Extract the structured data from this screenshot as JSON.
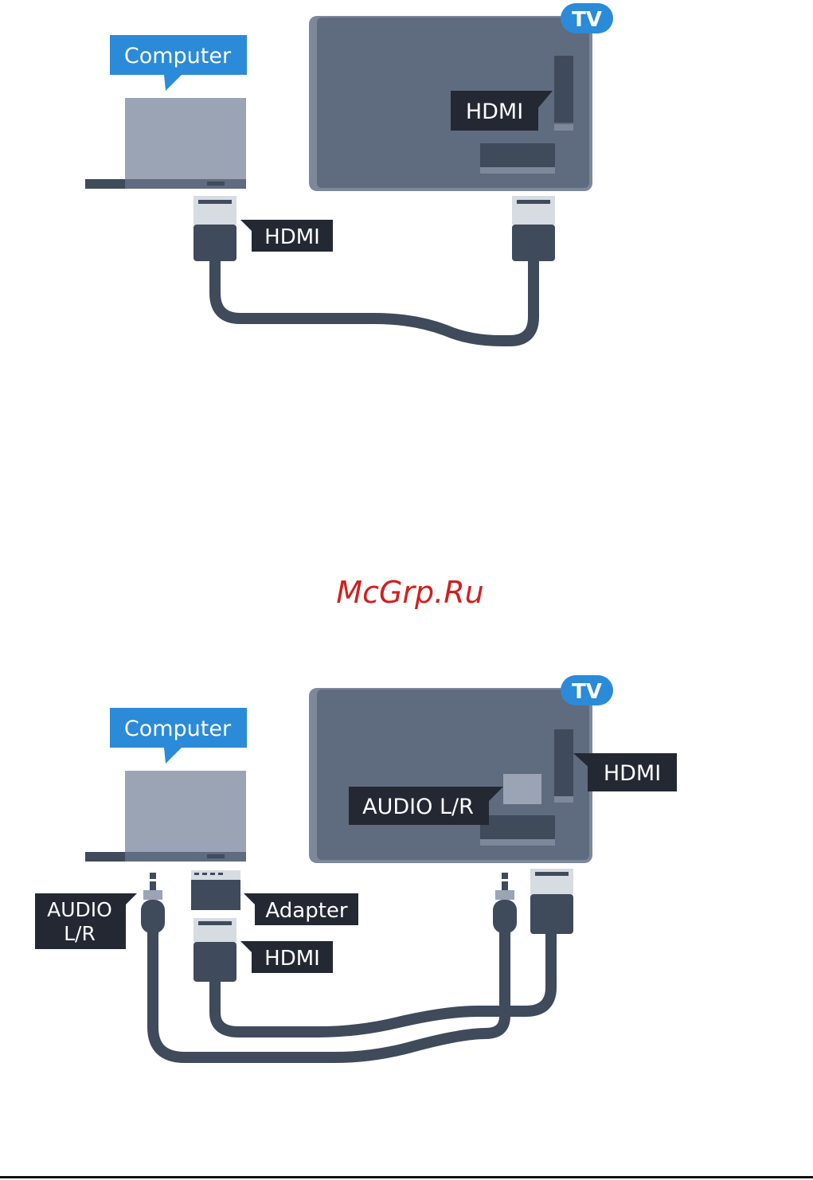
{
  "diagram1": {
    "computer_label": "Computer",
    "tv_badge": "TV",
    "tv_port_label": "HDMI",
    "cable_label": "HDMI"
  },
  "watermark": "McGrp.Ru",
  "diagram2": {
    "computer_label": "Computer",
    "tv_badge": "TV",
    "tv_hdmi_label": "HDMI",
    "tv_audio_label": "AUDIO L/R",
    "audio_label_line1": "AUDIO",
    "audio_label_line2": "L/R",
    "adapter_label": "Adapter",
    "cable_label": "HDMI"
  },
  "colors": {
    "tv_body": "#5f6b7f",
    "tv_border": "#7d889a",
    "laptop_screen": "#9ba4b4",
    "dark": "#3b4556",
    "label_bg": "#232833",
    "callout_blue": "#2b8bd8",
    "watermark": "#d21f1f"
  }
}
